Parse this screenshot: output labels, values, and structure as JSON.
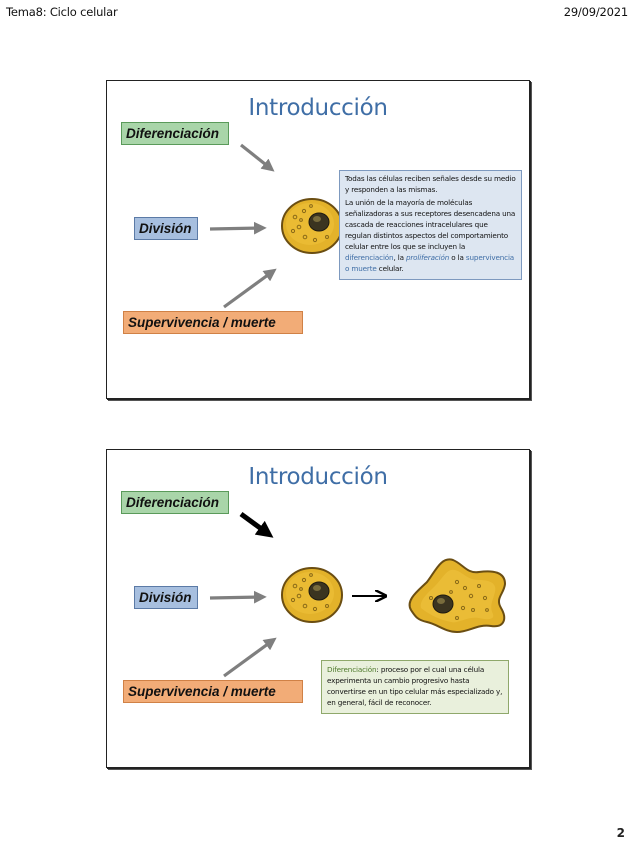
{
  "header": {
    "title": "Tema8: Ciclo celular",
    "date": "29/09/2021"
  },
  "footer": {
    "page_number": "2"
  },
  "slides": [
    {
      "title": "Introducción",
      "labels": {
        "differentiation": "Diferenciación",
        "division": "División",
        "survival": "Supervivencia / muerte"
      },
      "info": {
        "p1": "Todas las células reciben señales desde su medio y responden a las mismas.",
        "p2_a": "La unión de la mayoría de moléculas señalizadoras a sus receptores desencadena una cascada de reacciones intracelulares que regulan distintos aspectos del comportamiento celular entre los que se incluyen la ",
        "p2_dif": "diferenciación",
        "p2_b": ", la ",
        "p2_pro": "proliferación",
        "p2_c": " o la ",
        "p2_sup": "supervivencia o muerte",
        "p2_d": " celular."
      },
      "differentiation_arrow": "gray"
    },
    {
      "title": "Introducción",
      "labels": {
        "differentiation": "Diferenciación",
        "division": "División",
        "survival": "Supervivencia / muerte"
      },
      "info": {
        "term": "Diferenciación",
        "definition": ": proceso por el cual una célula experimenta un cambio progresivo hasta convertirse en un tipo celular más especializado y, en general, fácil de reconocer."
      },
      "differentiation_arrow": "black"
    }
  ],
  "colors": {
    "title": "#3f6ea6",
    "differentiation_box": "#a9d5a9",
    "division_box": "#a7bfdf",
    "survival_box": "#f2ac77",
    "info_box_blue": "#dde6f1",
    "info_box_green": "#e9f0dc",
    "cell": "#e3b22a"
  }
}
